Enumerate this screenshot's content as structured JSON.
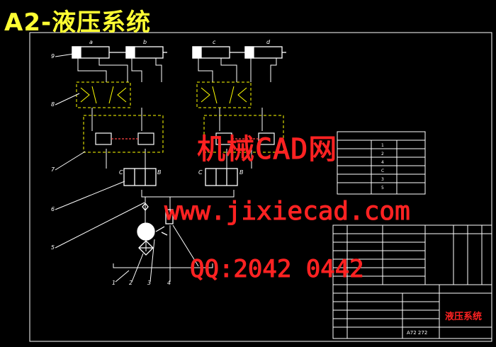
{
  "title": "A2-液压系统",
  "watermarks": {
    "brand": "机械CAD网",
    "site": "www.jixiecad.com",
    "qq": "QQ:2042 0442"
  },
  "cylinder_labels": [
    "a",
    "b",
    "c",
    "d"
  ],
  "port_labels": [
    "C",
    "B",
    "C",
    "B"
  ],
  "leader_labels": [
    "9",
    "8",
    "7",
    "6",
    "5",
    "1",
    "2",
    "3",
    "4"
  ],
  "function_table": {
    "rows": [
      "",
      "",
      "",
      "",
      "",
      ""
    ],
    "values": [
      "1",
      "2",
      "4",
      "C",
      "3",
      "5"
    ]
  },
  "title_block": {
    "drawing_title": "液压系统",
    "scale_note": "A72 272",
    "left_rows": [
      "",
      "",
      "",
      "",
      "",
      "",
      ""
    ]
  },
  "colors": {
    "background": "#000000",
    "lines": "#ffffff",
    "equipment": "#ffff00",
    "leaders": "#ffffff",
    "table_text": "#ff2222",
    "title": "#ffff33",
    "watermark": "#ff2222"
  }
}
